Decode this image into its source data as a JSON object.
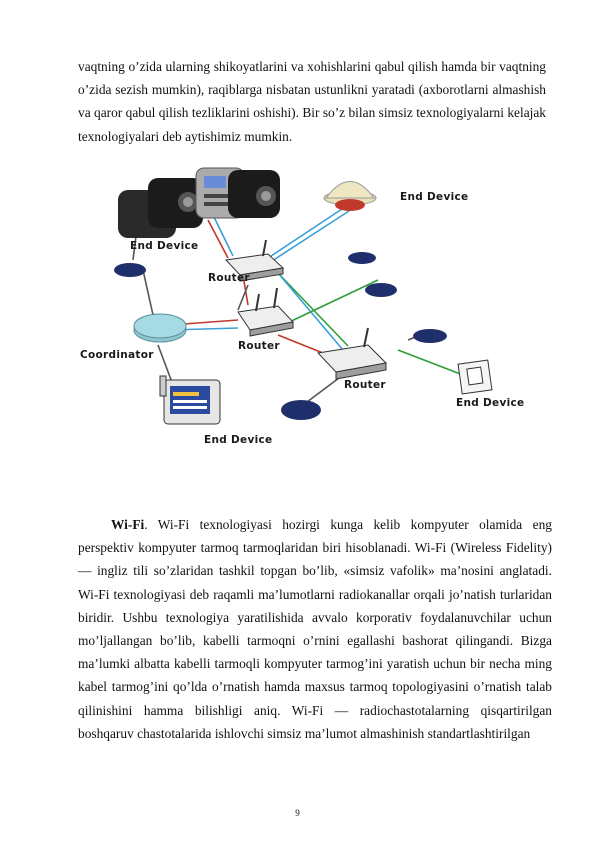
{
  "paragraph1": "vaqtning o’zida ularning shikoyatlarini va xohishlarini qabul qilish hamda bir vaqtning o’zida sezish mumkin), raqiblarga nisbatan ustunlikni yaratadi (axborotlarni almashish va qaror qabul qilish tezliklarini oshishi). Bir so’z bilan simsiz texnologiyalarni kelajak texnologiyalari deb aytishimiz mumkin.",
  "figure": {
    "labels": {
      "end_device_top_left": "End Device",
      "end_device_top_right": "End Device",
      "router_top": "Router",
      "router_middle": "Router",
      "router_right": "Router",
      "coordinator": "Coordinator",
      "end_device_right": "End Device",
      "end_device_bottom": "End Device"
    },
    "colors": {
      "zigbee_link": "#c0392b",
      "wifi_link": "#3aa0d8",
      "ethernet_link": "#2e9e3a",
      "wire": "#555555",
      "coordinator": "#8fc9d6",
      "end_device_puck": "#1f2f6b"
    }
  },
  "paragraph2": {
    "keyword": "Wi-Fi",
    "text": ". Wi-Fi texnologiyasi hozirgi kunga kelib kompyuter olamida eng perspektiv kompyuter tarmoq tarmoqlaridan biri hisoblanadi. Wi-Fi (Wireless Fidelity) — ingliz tili so’zlaridan tashkil topgan bo’lib, «simsiz vafolik» ma’nosini anglatadi. Wi-Fi texnologiyasi deb raqamli ma’lumotlarni radiokanallar orqali jo’natish turlaridan biridir. Ushbu texnologiya yaratilishida avvalo korporativ foydalanuvchilar uchun mo’ljallangan bo’lib, kabelli tarmoqni o’rnini egallashi bashorat qilingandi. Bizga ma’lumki albatta kabelli tarmoqli kompyuter tarmog’ini yaratish uchun bir necha ming kabel tarmog’ini qo’lda o’rnatish hamda maxsus tarmoq topologiyasini o’rnatish talab qilinishini hamma bilishligi aniq. Wi-Fi — radiochastotalarning qisqartirilgan boshqaruv chastotalarida ishlovchi simsiz ma’lumot almashinish standartlashtirilgan"
  },
  "page_number": "9"
}
